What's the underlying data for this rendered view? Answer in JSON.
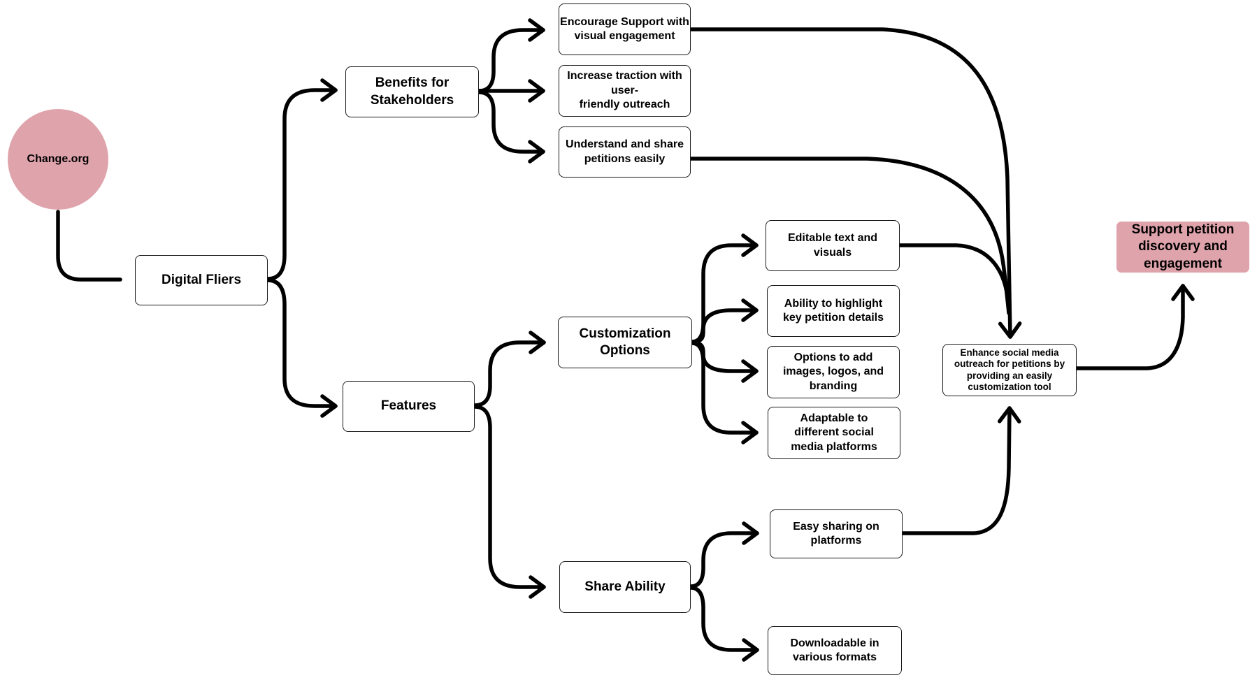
{
  "diagram": {
    "title": "Digital Fliers mind map",
    "background_color": "#ffffff",
    "accent_pink": "#dfa3ab",
    "line_color": "#000000",
    "nodes": {
      "change_org": {
        "label": "Change.org"
      },
      "digital_fliers": {
        "label": "Digital Fliers"
      },
      "benefits": {
        "label": "Benefits for\nStakeholders"
      },
      "encourage": {
        "label": "Encourage Support with\nvisual engagement"
      },
      "increase": {
        "label": "Increase traction with\nuser-\nfriendly outreach"
      },
      "understand": {
        "label": "Understand and share\npetitions easily"
      },
      "features": {
        "label": "Features"
      },
      "customization": {
        "label": "Customization\nOptions"
      },
      "editable": {
        "label": "Editable text and\nvisuals"
      },
      "ability": {
        "label": "Ability to highlight\nkey petition details"
      },
      "options_add": {
        "label": "Options to add\nimages, logos, and\nbranding"
      },
      "adaptable": {
        "label": "Adaptable to\ndifferent social\nmedia platforms"
      },
      "share_ability": {
        "label": "Share Ability"
      },
      "easy_sharing": {
        "label": "Easy sharing on\nplatforms"
      },
      "downloadable": {
        "label": "Downloadable in\nvarious formats"
      },
      "enhance": {
        "label": "Enhance social media\noutreach for petitions by\nproviding an easily\ncustomization tool"
      },
      "support": {
        "label": "Support petition\ndiscovery and\nengagement"
      }
    },
    "edges": [
      {
        "from": "change_org",
        "to": "digital_fliers"
      },
      {
        "from": "digital_fliers",
        "to": "benefits"
      },
      {
        "from": "digital_fliers",
        "to": "features"
      },
      {
        "from": "benefits",
        "to": "encourage"
      },
      {
        "from": "benefits",
        "to": "increase"
      },
      {
        "from": "benefits",
        "to": "understand"
      },
      {
        "from": "features",
        "to": "customization"
      },
      {
        "from": "features",
        "to": "share_ability"
      },
      {
        "from": "customization",
        "to": "editable"
      },
      {
        "from": "customization",
        "to": "ability"
      },
      {
        "from": "customization",
        "to": "options_add"
      },
      {
        "from": "customization",
        "to": "adaptable"
      },
      {
        "from": "share_ability",
        "to": "easy_sharing"
      },
      {
        "from": "share_ability",
        "to": "downloadable"
      },
      {
        "from": "encourage",
        "to": "enhance"
      },
      {
        "from": "understand",
        "to": "enhance"
      },
      {
        "from": "editable",
        "to": "enhance"
      },
      {
        "from": "easy_sharing",
        "to": "enhance"
      },
      {
        "from": "enhance",
        "to": "support"
      }
    ]
  }
}
